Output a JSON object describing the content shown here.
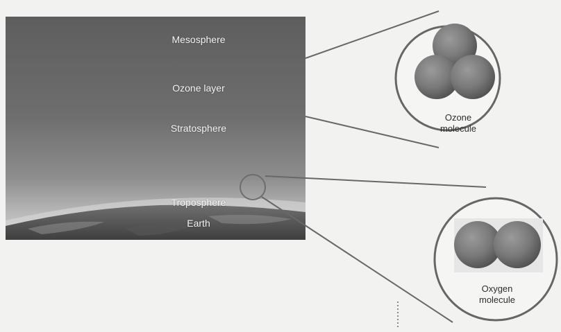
{
  "atmosphere": {
    "layers": {
      "mesosphere": "Mesosphere",
      "ozone_layer": "Ozone layer",
      "stratosphere": "Stratosphere",
      "troposphere": "Troposphere",
      "earth": "Earth"
    }
  },
  "ozone_molecule": {
    "line1": "Ozone",
    "line2": "molecule"
  },
  "oxygen_molecule": {
    "line1": "Oxygen",
    "line2": "molecule"
  },
  "colors": {
    "sky_top": "#5e5e5e",
    "sky_bottom": "#c9c9c9",
    "sphere": "#7b7b7b",
    "callout_line": "#686868",
    "background": "#f2f2f1"
  }
}
